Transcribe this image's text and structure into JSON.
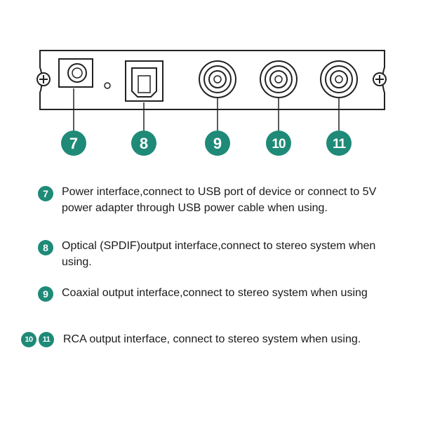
{
  "callouts": [
    "7",
    "8",
    "9",
    "10",
    "11"
  ],
  "descriptions": [
    {
      "badges": [
        "7"
      ],
      "text": "Power interface,connect to USB port of device  or connect to 5V power adapter through USB power cable when using."
    },
    {
      "badges": [
        "8"
      ],
      "text": "Optical (SPDIF)output interface,connect to stereo system when using."
    },
    {
      "badges": [
        "9"
      ],
      "text": "Coaxial output interface,connect to stereo system when using"
    },
    {
      "badges": [
        "10",
        "11"
      ],
      "text": "RCA output interface, connect to stereo system when using."
    }
  ],
  "colors": {
    "accent": "#1e8a77",
    "line": "#222222",
    "text": "#1a1a1a"
  }
}
